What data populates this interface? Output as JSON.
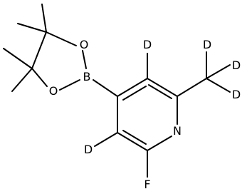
{
  "molecule": {
    "atoms": {
      "deuterium_top": "D",
      "deuterium_bottom": "D",
      "deuterium_methyl_top": "D",
      "deuterium_methyl_right": "D",
      "deuterium_methyl_bottom": "D",
      "nitrogen": "N",
      "fluorine": "F",
      "boron": "B",
      "oxygen_top": "O",
      "oxygen_bottom": "O"
    }
  }
}
